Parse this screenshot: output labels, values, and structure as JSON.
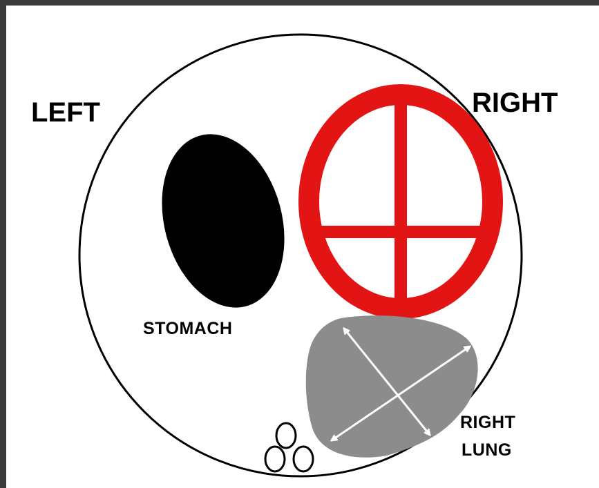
{
  "diagram": {
    "labels": {
      "left": "LEFT",
      "right": "RIGHT",
      "stomach": "STOMACH",
      "right_lung_line1": "RIGHT",
      "right_lung_line2": "LUNG"
    },
    "colors": {
      "outer_background": "#3a3a3a",
      "canvas": "#ffffff",
      "outline": "#000000",
      "stomach_fill": "#000000",
      "heart_stroke": "#e31414",
      "lung_fill": "#8c8c8c",
      "arrow": "#ffffff"
    },
    "icons": {
      "heart": "red-circle-with-cross",
      "lung": "gray-blob-with-crossed-double-arrows",
      "small_rings": "three-small-ovals"
    }
  }
}
